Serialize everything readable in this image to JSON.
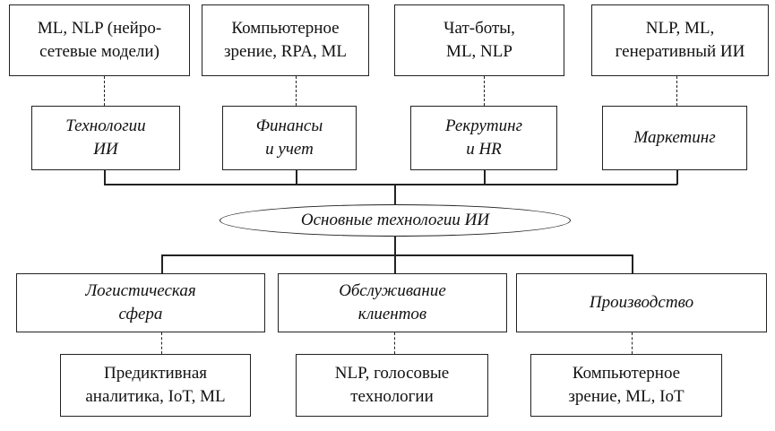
{
  "center": "Основные технологии ИИ",
  "top_techs": [
    "ML, NLP (нейро-\nсетевые модели)",
    "Компьютерное\nзрение, RPA, ML",
    "Чат-боты,\nML, NLP",
    "NLP, ML,\nгенеративный ИИ"
  ],
  "top_areas": [
    "Технологии\nИИ",
    "Финансы\nи учет",
    "Рекрутинг\nи HR",
    "Маркетинг"
  ],
  "bottom_areas": [
    "Логистическая\nсфера",
    "Обслуживание\nклиентов",
    "Производство"
  ],
  "bottom_techs": [
    "Предиктивная\nаналитика, IoT, ML",
    "NLP, голосовые\nтехнологии",
    "Компьютерное\nзрение, ML, IoT"
  ]
}
